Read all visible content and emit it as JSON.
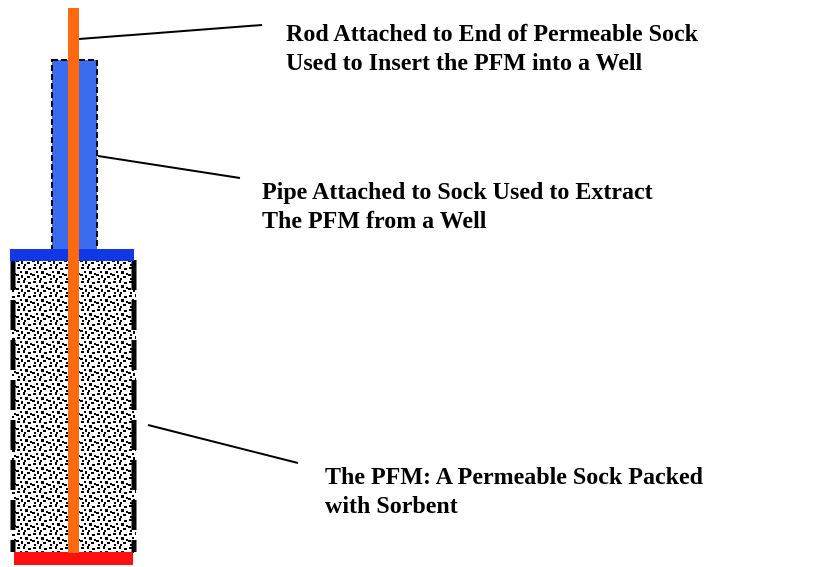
{
  "labels": {
    "rod": {
      "line1": "Rod Attached to End of Permeable Sock",
      "line2": "Used to Insert the PFM into a Well"
    },
    "pipe": {
      "line1": "Pipe Attached to Sock Used to Extract",
      "line2": "The PFM from a Well"
    },
    "pfm": {
      "line1": "The PFM:  A Permeable Sock Packed",
      "line2": "with Sorbent"
    }
  },
  "colors": {
    "rod": "#ff6a10",
    "pipe": "#3a6cf0",
    "top_cap": "#1238e6",
    "bottom_cap": "#ff1010",
    "sock_outline": "#000000",
    "sorbent": "#000000",
    "leader_line": "#000000"
  }
}
